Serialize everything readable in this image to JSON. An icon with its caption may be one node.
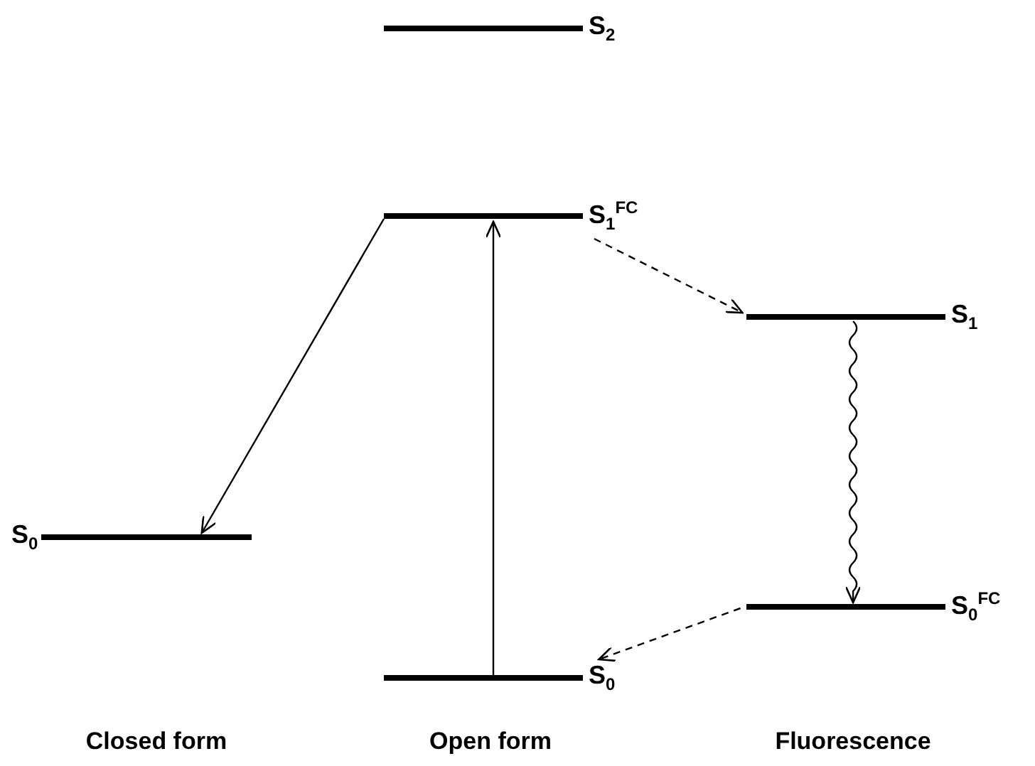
{
  "diagram": {
    "nodes": [
      {
        "text": [
          "S$_{2}$"
        ]
      },
      {
        "text": [
          "S$_{1}$$^{FC}$"
        ]
      },
      {
        "text": [
          "S$_{1}$"
        ]
      },
      {
        "text": [
          "S$_{0}$$^{FC}$"
        ]
      },
      {
        "text": [
          "S$_{0}$"
        ]
      },
      {
        "text": [
          "S$_{0}$"
        ]
      }
    ],
    "edges": [
      {
        "from": 4,
        "to": 1,
        "arrow": "to"
      },
      {
        "from": 1,
        "to": 5,
        "arrow": "to"
      },
      {
        "from": 1,
        "to": 2,
        "arrow": "to",
        "style": "dashed"
      },
      {
        "from": 2,
        "to": 3,
        "arrow": "to"
      },
      {
        "from": 3,
        "to": 4,
        "arrow": "to",
        "style": "dashed"
      }
    ],
    "labels": [
      "Closed form",
      "Open form",
      "Fluorescence"
    ]
  }
}
